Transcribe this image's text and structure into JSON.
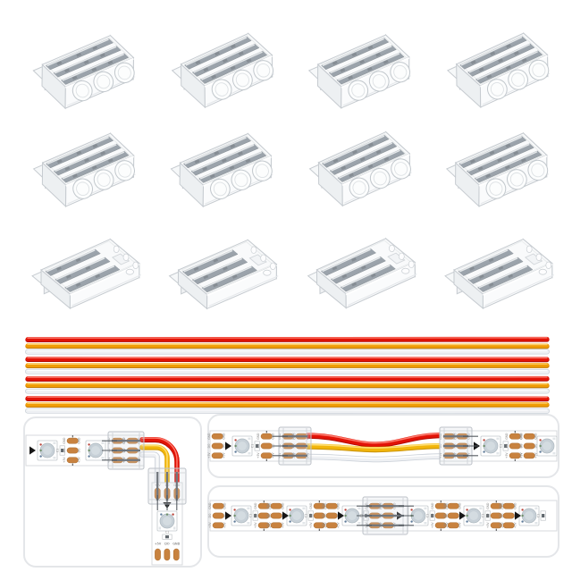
{
  "connector_grid": {
    "rows": 3,
    "cols": 4,
    "count": 12
  },
  "wire_bundle": {
    "count": 4,
    "strand_order": [
      "red",
      "orange",
      "white"
    ]
  },
  "colors": {
    "wire_red": "#e21307",
    "wire_red_dark": "#b50e04",
    "wire_red_light": "#ff8577",
    "wire_orange": "#f09d06",
    "wire_orange_dark": "#c67c03",
    "wire_orange_light": "#ffd375",
    "wire_yellow": "#f2b60b",
    "wire_yellow_dark": "#cc9406",
    "wire_yellow_light": "#ffe27e",
    "wire_white": "#eef0f3",
    "wire_white_dark": "#c9cfd7",
    "wire_white_light": "#ffffff",
    "copper_pad": "#c8823f",
    "copper_pad_edge": "#a96a2d",
    "arrow": "#161616",
    "pcb": "#ffffff",
    "pcb_edge": "#d7dadd",
    "clip_fill": "rgba(210,215,222,0.22)",
    "clip_edge": "#bdc2c8",
    "contact": "#70767d",
    "plastic_edge": "#c6cbd0",
    "metal": "#9ba3ab",
    "panel_border": "#e4e6e9"
  },
  "led_strip": {
    "pad_labels": [
      "GND",
      "DO",
      "+5V"
    ],
    "end_pad_labels": [
      "+5V",
      "DO",
      "GND"
    ],
    "component_label": "C1"
  },
  "panels": [
    {
      "name": "l-shape-corner-connection"
    },
    {
      "name": "strip-to-strip-wire-jumper"
    },
    {
      "name": "strip-to-strip-splice"
    }
  ]
}
